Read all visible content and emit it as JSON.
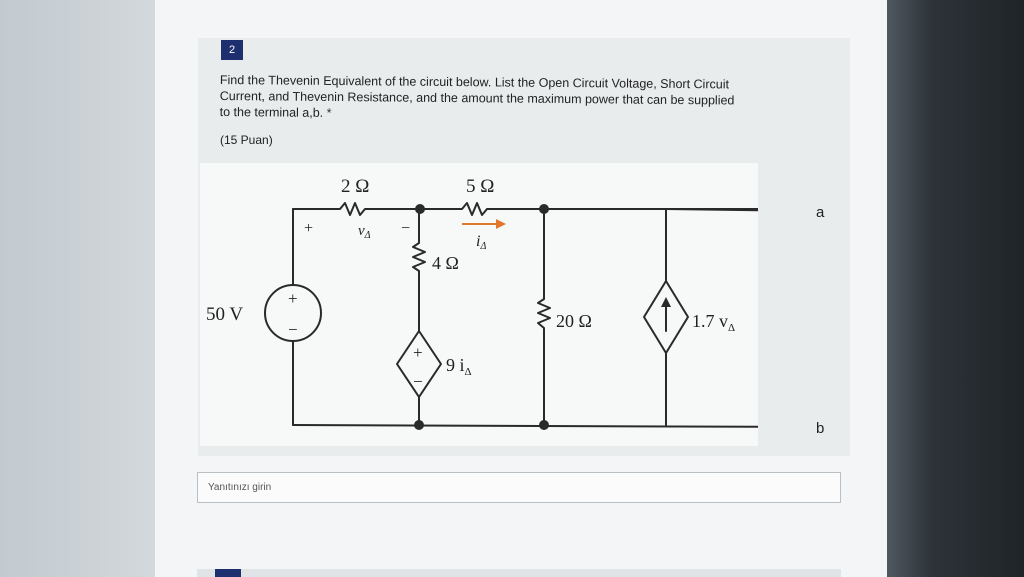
{
  "question": {
    "number": "2",
    "text_line1": "Find the Thevenin Equivalent of the circuit below. List the Open Circuit Voltage, Short Circuit",
    "text_line2": "Current, and Thevenin Resistance, and the amount the maximum power that can be supplied",
    "text_line3": "to the terminal a,b.",
    "required_mark": "*",
    "points": "(15 Puan)"
  },
  "circuit": {
    "r1": "2 Ω",
    "r2": "5 Ω",
    "r3": "4 Ω",
    "r4": "20 Ω",
    "v_source": "50 V",
    "v_plus": "+",
    "v_minus": "−",
    "vdelta_plus": "+",
    "vdelta_label": "v",
    "vdelta_sub": "Δ",
    "vdelta_minus": "−",
    "idelta_label": "i",
    "idelta_sub": "Δ",
    "dep_v_plus": "+",
    "dep_v_minus": "−",
    "dep_v_label": "9 i",
    "dep_v_sub": "Δ",
    "dep_i_label": "1.7 v",
    "dep_i_sub": "Δ",
    "terminal_a": "a",
    "terminal_b": "b"
  },
  "answer": {
    "placeholder": "Yanıtınızı girin"
  },
  "colors": {
    "badge": "#1d2f6f",
    "wire": "#2a2a2a",
    "current_arrow": "#e07a2a"
  }
}
